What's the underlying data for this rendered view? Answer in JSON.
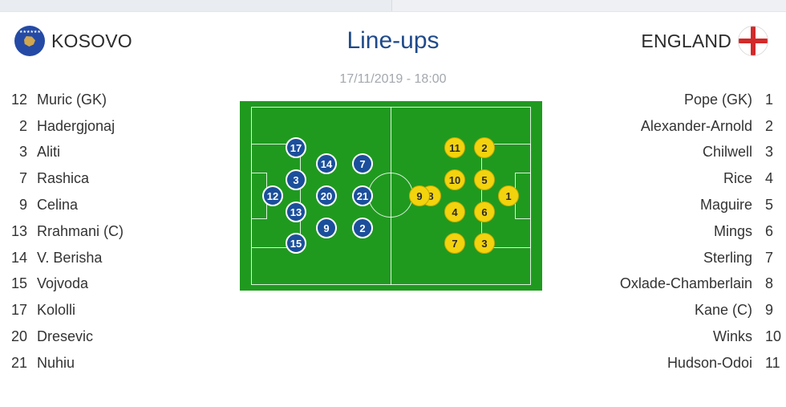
{
  "title": "Line-ups",
  "datetime": "17/11/2019 - 18:00",
  "home": {
    "name": "KOSOVO",
    "flag_icon": "kosovo-flag-icon",
    "color": "#1b4f9c",
    "players": [
      {
        "num": "12",
        "name": "Muric (GK)"
      },
      {
        "num": "2",
        "name": "Hadergjonaj"
      },
      {
        "num": "3",
        "name": "Aliti"
      },
      {
        "num": "7",
        "name": "Rashica"
      },
      {
        "num": "9",
        "name": "Celina"
      },
      {
        "num": "13",
        "name": "Rrahmani (C)"
      },
      {
        "num": "14",
        "name": "V. Berisha"
      },
      {
        "num": "15",
        "name": "Vojvoda"
      },
      {
        "num": "17",
        "name": "Kololli"
      },
      {
        "num": "20",
        "name": "Dresevic"
      },
      {
        "num": "21",
        "name": "Nuhiu"
      }
    ]
  },
  "away": {
    "name": "ENGLAND",
    "flag_icon": "england-flag-icon",
    "color": "#f3d30d",
    "players": [
      {
        "num": "1",
        "name": "Pope (GK)"
      },
      {
        "num": "2",
        "name": "Alexander-Arnold"
      },
      {
        "num": "3",
        "name": "Chilwell"
      },
      {
        "num": "4",
        "name": "Rice"
      },
      {
        "num": "5",
        "name": "Maguire"
      },
      {
        "num": "6",
        "name": "Mings"
      },
      {
        "num": "7",
        "name": "Sterling"
      },
      {
        "num": "8",
        "name": "Oxlade-Chamberlain"
      },
      {
        "num": "9",
        "name": "Kane (C)"
      },
      {
        "num": "10",
        "name": "Winks"
      },
      {
        "num": "11",
        "name": "Hudson-Odoi"
      }
    ]
  },
  "pitch": {
    "color": "#1f9a1f",
    "home_markers": [
      "17",
      "14",
      "7",
      "3",
      "12",
      "20",
      "21",
      "13",
      "9",
      "2",
      "15"
    ],
    "away_markers": [
      "11",
      "2",
      "10",
      "5",
      "9",
      "8",
      "1",
      "4",
      "6",
      "7",
      "3"
    ]
  }
}
